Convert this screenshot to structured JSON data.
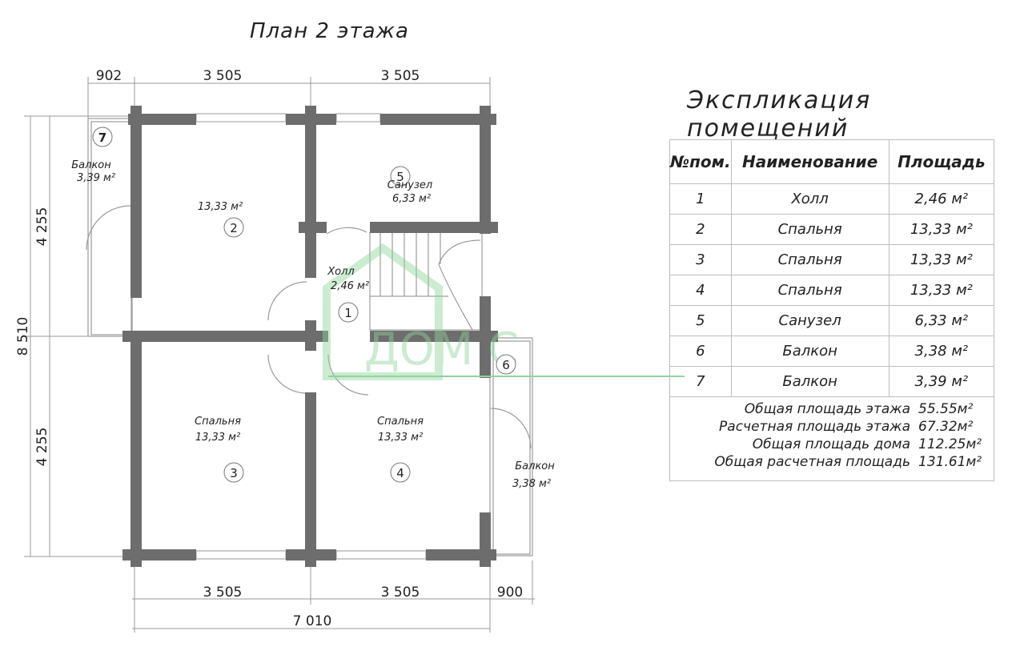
{
  "plan_title": "План 2 этажа",
  "legend_title": "Экспликация помещений",
  "dimensions": {
    "top": [
      "902",
      "3 505",
      "3 505"
    ],
    "bottom": [
      "3 505",
      "3 505",
      "900"
    ],
    "bottom_total": "7 010",
    "left": [
      "4 255",
      "4 255"
    ],
    "left_total": "8 510"
  },
  "plan_labels": {
    "balcony_7": {
      "num": "7",
      "name": "Балкон",
      "area": "3,39 м²"
    },
    "room_2": {
      "num": "2",
      "area": "13,33 м²"
    },
    "room_5": {
      "num": "5",
      "name": "Санузел",
      "area": "6,33 м²"
    },
    "room_1": {
      "num": "1",
      "name": "Холл",
      "area": "2,46 м²"
    },
    "room_3": {
      "num": "3",
      "name": "Спальня",
      "area": "13,33 м²"
    },
    "room_4": {
      "num": "4",
      "name": "Спальня",
      "area": "13,33 м²"
    },
    "balcony_6": {
      "num": "6",
      "name": "Балкон",
      "area": "3,38 м²"
    }
  },
  "watermark": "ДОМ С",
  "table": {
    "headers": [
      "№пом.",
      "Наименование",
      "Площадь"
    ],
    "rows": [
      {
        "num": "1",
        "name": "Холл",
        "area": "2,46 м²"
      },
      {
        "num": "2",
        "name": "Спальня",
        "area": "13,33 м²"
      },
      {
        "num": "3",
        "name": "Спальня",
        "area": "13,33 м²"
      },
      {
        "num": "4",
        "name": "Спальня",
        "area": "13,33 м²"
      },
      {
        "num": "5",
        "name": "Санузел",
        "area": "6,33 м²"
      },
      {
        "num": "6",
        "name": "Балкон",
        "area": "3,38 м²"
      },
      {
        "num": "7",
        "name": "Балкон",
        "area": "3,39 м²"
      }
    ],
    "totals": [
      {
        "label": "Общая площадь этажа",
        "value": "55.55м²"
      },
      {
        "label": "Расчетная площадь этажа",
        "value": "67.32м²"
      },
      {
        "label": "Общая площадь дома",
        "value": "112.25м²"
      },
      {
        "label": "Общая расчетная площадь",
        "value": "131.61м²"
      }
    ]
  },
  "colors": {
    "wall": "#6d6d6d",
    "line": "#9a9a9a",
    "watermark": "#8fd49b"
  }
}
